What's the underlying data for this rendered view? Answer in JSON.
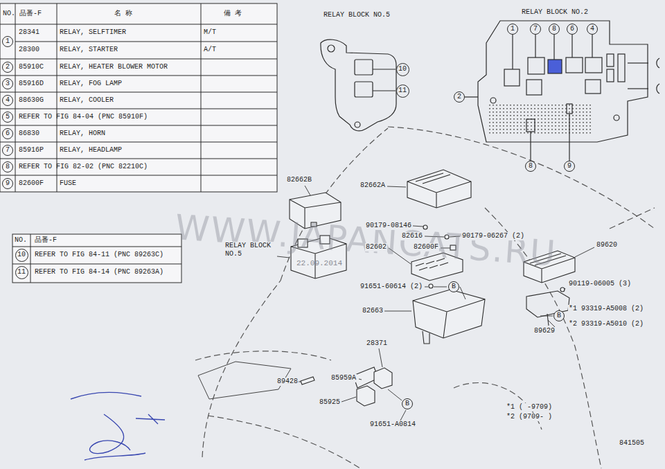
{
  "diagram": {
    "nodes": [
      {
        "text": [
          "1"
        ]
      },
      {
        "text": [
          "2"
        ]
      },
      {
        "text": [
          "3"
        ]
      },
      {
        "text": [
          "4"
        ]
      },
      {
        "text": [
          "5"
        ]
      },
      {
        "text": [
          "6"
        ]
      },
      {
        "text": [
          "7"
        ]
      },
      {
        "text": [
          "8"
        ]
      },
      {
        "text": [
          "9"
        ]
      },
      {
        "text": [
          "10"
        ]
      },
      {
        "text": [
          "11"
        ]
      },
      {
        "text": [
          "10"
        ]
      },
      {
        "text": [
          "11"
        ]
      },
      {
        "text": [
          "1"
        ]
      },
      {
        "text": [
          "7"
        ]
      },
      {
        "text": [
          "8"
        ]
      },
      {
        "text": [
          "6"
        ]
      },
      {
        "text": [
          "4"
        ]
      },
      {
        "text": [
          "2"
        ]
      },
      {
        "text": [
          "8"
        ]
      },
      {
        "text": [
          "9"
        ]
      },
      {
        "text": [
          "B"
        ]
      },
      {
        "text": [
          "B"
        ]
      },
      {
        "text": [
          "B"
        ]
      }
    ],
    "labels": [
      "NO.",
      "品番-F",
      "名 称",
      "備 考",
      "28341",
      "RELAY, SELFTIMER",
      "M/T",
      "28300",
      "RELAY, STARTER",
      "A/T",
      "85910C",
      "RELAY, HEATER BLOWER MOTOR",
      "85916D",
      "RELAY, FOG LAMP",
      "88630G",
      "RELAY, COOLER",
      "REFER TO FIG 84-04 (PNC 85910F)",
      "86830",
      "RELAY, HORN",
      "85916P",
      "RELAY, HEADLAMP",
      "REFER TO FIG 82-02 (PNC 82210C)",
      "82600F",
      "FUSE",
      "NO.",
      "品番-F",
      "REFER TO FIG 84-11 (PNC 89263C)",
      "REFER TO FIG 84-14 (PNC 89263A)",
      "RELAY BLOCK NO.5",
      "RELAY BLOCK NO.2",
      "82662B",
      "82662A",
      "90179-08146",
      "82616",
      "90179-06267 (2)",
      "82602",
      "82600F",
      "RELAY BLOCK NO.5",
      "89620",
      "91651-60614 (2)",
      "90119-06005 (3)",
      "82663",
      "*1 93319-A5008 (2)",
      "*2 93319-A5010 (2)",
      "89629",
      "28371",
      "85959A",
      "89428",
      "85925",
      "91651-A0814",
      "*1 ( -9709)",
      "*2 (9709- )",
      "841505",
      "WWW.JAPANCATS.RU",
      "22.09.2014"
    ]
  }
}
